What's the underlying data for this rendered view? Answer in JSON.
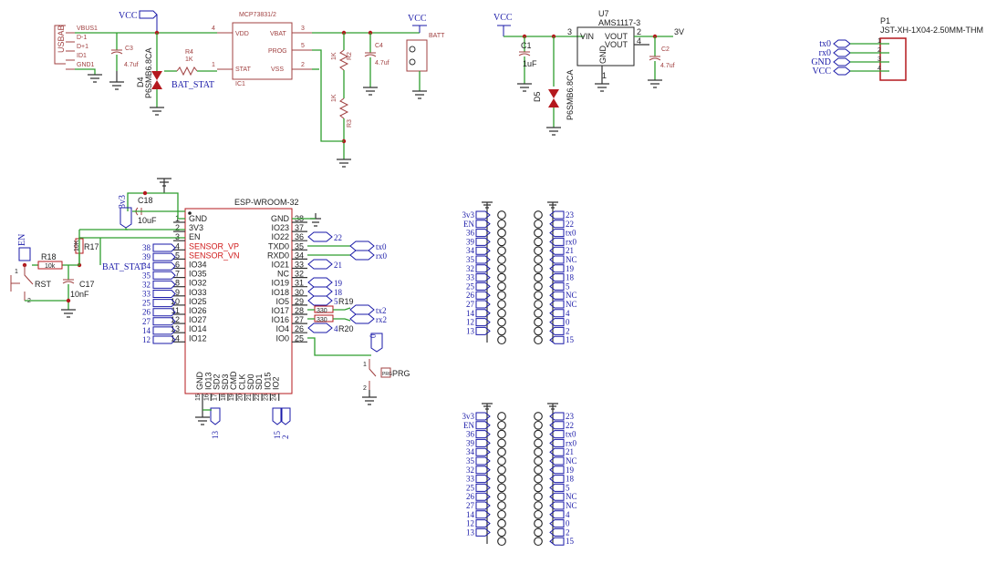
{
  "charger": {
    "usb": {
      "name": "USBAB",
      "pins": [
        "VBUS1",
        "D-1",
        "D+1",
        "ID1",
        "GND1"
      ]
    },
    "vcc1": "VCC",
    "vcc2": "VCC",
    "ic": {
      "name": "MCP73831/2",
      "ref": "IC1",
      "pins_left": [
        "VDD",
        "STAT"
      ],
      "pins_right": [
        "VBAT",
        "PROG",
        "VSS"
      ],
      "n4": "4",
      "n1": "1",
      "n3": "3",
      "n5": "5",
      "n2": "2"
    },
    "c3": {
      "ref": "C3",
      "val": "4.7uf"
    },
    "c4": {
      "ref": "C4",
      "val": "4.7uf"
    },
    "d4": {
      "ref": "D4",
      "val": "P6SMB6.8CA"
    },
    "r4": {
      "ref": "R4",
      "val": "1K"
    },
    "r2": {
      "ref": "R2",
      "val": "1K"
    },
    "r3": {
      "ref": "R3",
      "val": "1K"
    },
    "stat": "BAT_STAT",
    "batt": "BATT"
  },
  "regulator": {
    "vcc": "VCC",
    "u7": {
      "ref": "U7",
      "val": "AMS1117-3",
      "vin": "VIN",
      "vout1": "VOUT",
      "vout2": "VOUT",
      "gnd": "GND",
      "p3": "3",
      "p2": "2",
      "p4": "4",
      "p1": "1"
    },
    "c1": {
      "ref": "C1",
      "val": "1uF"
    },
    "c2": {
      "ref": "C2",
      "val": "4.7uf"
    },
    "d5": {
      "ref": "D5",
      "val": "P6SMB6.8CA"
    },
    "out": "3V"
  },
  "connector": {
    "ref": "P1",
    "val": "JST-XH-1X04-2.50MM-THM",
    "pins": [
      {
        "n": "1",
        "net": "tx0"
      },
      {
        "n": "2",
        "net": "rx0"
      },
      {
        "n": "3",
        "net": "GND"
      },
      {
        "n": "4",
        "net": "VCC"
      }
    ]
  },
  "esp": {
    "name": "ESP-WROOM-32",
    "left": [
      [
        "1",
        "GND"
      ],
      [
        "2",
        "3V3"
      ],
      [
        "3",
        "EN"
      ],
      [
        "4",
        "SENSOR_VP"
      ],
      [
        "5",
        "SENSOR_VN"
      ],
      [
        "6",
        "IO34"
      ],
      [
        "7",
        "IO35"
      ],
      [
        "8",
        "IO32"
      ],
      [
        "9",
        "IO33"
      ],
      [
        "10",
        "IO25"
      ],
      [
        "11",
        "IO26"
      ],
      [
        "12",
        "IO27"
      ],
      [
        "13",
        "IO14"
      ],
      [
        "14",
        "IO12"
      ]
    ],
    "right": [
      [
        "38",
        "GND"
      ],
      [
        "37",
        "IO23"
      ],
      [
        "36",
        "IO22"
      ],
      [
        "35",
        "TXD0"
      ],
      [
        "34",
        "RXD0"
      ],
      [
        "33",
        "IO21"
      ],
      [
        "32",
        "NC"
      ],
      [
        "31",
        "IO19"
      ],
      [
        "30",
        "IO18"
      ],
      [
        "29",
        "IO5"
      ],
      [
        "28",
        "IO17"
      ],
      [
        "27",
        "IO16"
      ],
      [
        "26",
        "IO4"
      ],
      [
        "25",
        "IO0"
      ]
    ],
    "bottom": [
      [
        "15",
        "GND"
      ],
      [
        "16",
        "IO13"
      ],
      [
        "17",
        "SD2"
      ],
      [
        "18",
        "SD3"
      ],
      [
        "19",
        "CMD"
      ],
      [
        "20",
        "CLK"
      ],
      [
        "21",
        "SD0"
      ],
      [
        "22",
        "SD1"
      ],
      [
        "23",
        "IO15"
      ],
      [
        "24",
        "IO2"
      ]
    ],
    "left_flags": [
      "38",
      "39",
      "34",
      "35",
      "32",
      "33",
      "25",
      "26",
      "27",
      "14",
      "12"
    ],
    "right_flags": {
      "io22": "22",
      "io21": "21",
      "io19": "19",
      "io18": "18",
      "io5": "5",
      "io4": "4",
      "tx0": "tx0",
      "rx0": "rx0",
      "tx2": "tx2",
      "rx2": "rx2",
      "io0": "0"
    },
    "bottom_flags": {
      "b13": "13",
      "b15": "15",
      "b2": "2"
    },
    "c18": {
      "ref": "C18",
      "val": "10uF"
    },
    "c17": {
      "ref": "C17",
      "val": "10nF"
    },
    "r17": {
      "ref": "R17",
      "val": "10K"
    },
    "r18": {
      "ref": "R18",
      "val": "10k"
    },
    "r19": {
      "ref": "R19",
      "val": "330"
    },
    "r20": {
      "ref": "R20",
      "val": "330"
    },
    "rst": "RST",
    "prg": "PRG",
    "prg_small": "PRG",
    "en": "EN",
    "v33": "3v3",
    "stat": "BAT_STAT",
    "sw_pins": {
      "a1": "1",
      "a2": "2",
      "b1": "1",
      "b2": "2"
    }
  },
  "headers": {
    "left_labels": [
      "3v3",
      "EN",
      "36",
      "39",
      "34",
      "35",
      "32",
      "33",
      "25",
      "26",
      "27",
      "14",
      "12",
      "13"
    ],
    "right_labels": [
      "23",
      "22",
      "tx0",
      "rx0",
      "21",
      "NC",
      "19",
      "18",
      "5",
      "NC",
      "NC",
      "4",
      "0",
      "2",
      "15"
    ]
  }
}
